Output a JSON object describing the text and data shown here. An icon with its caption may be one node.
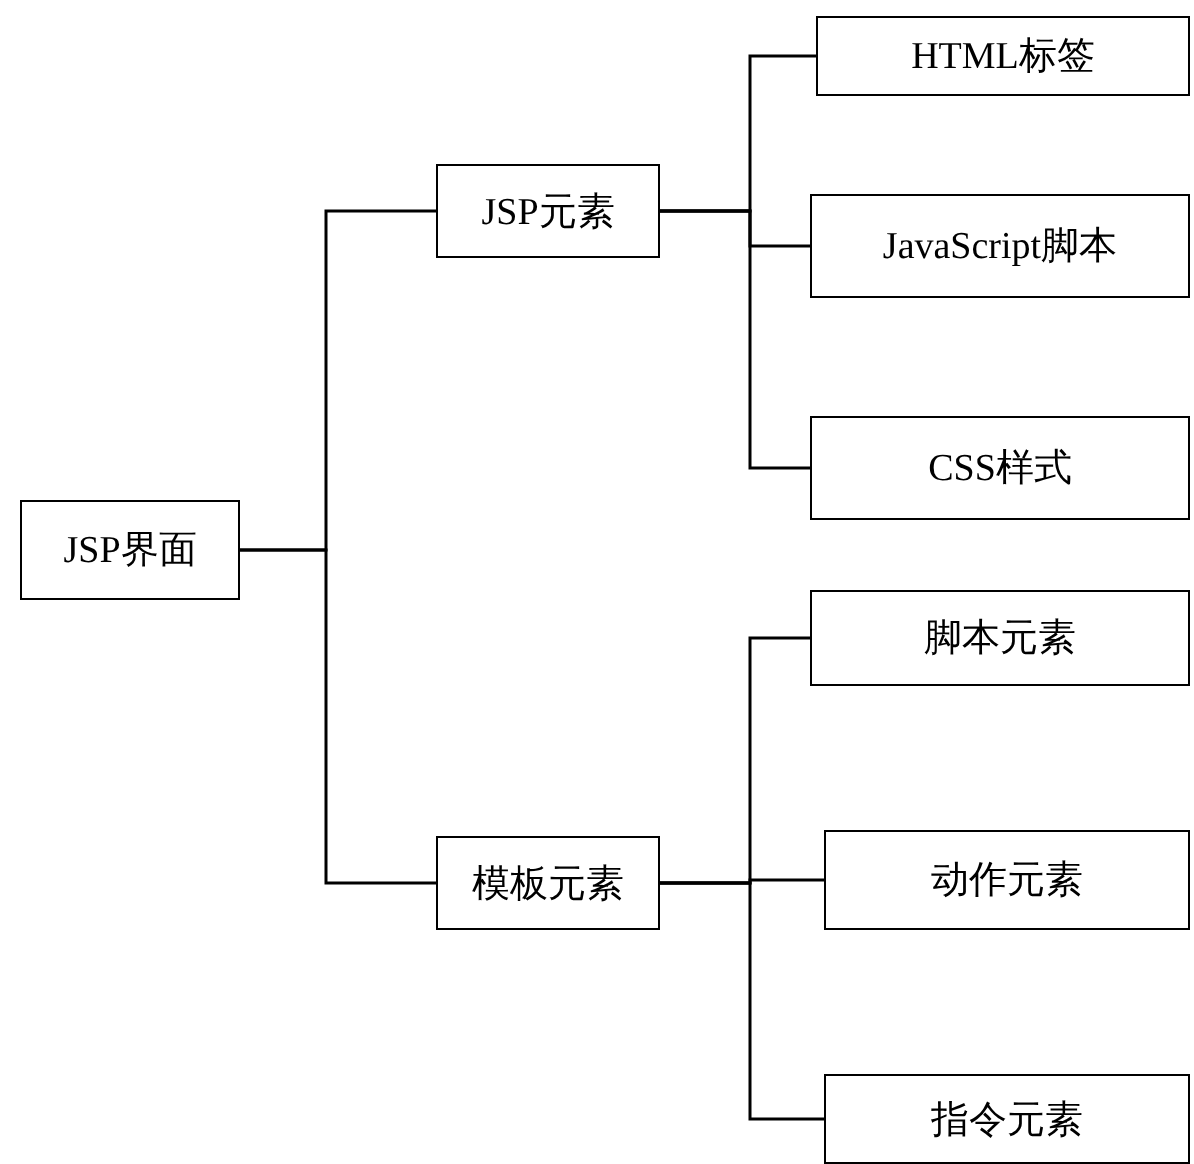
{
  "diagram": {
    "nodes": [
      {
        "text": [
          "JSP界面"
        ]
      },
      {
        "text": [
          "JSP元素"
        ]
      },
      {
        "text": [
          "模板元素"
        ]
      },
      {
        "text": [
          "HTML标签"
        ]
      },
      {
        "text": [
          "JavaScript脚本"
        ]
      },
      {
        "text": [
          "CSS样式"
        ]
      },
      {
        "text": [
          "脚本元素"
        ]
      },
      {
        "text": [
          "动作元素"
        ]
      },
      {
        "text": [
          "指令元素"
        ]
      }
    ],
    "edges": [
      {
        "from": 0,
        "to": 1,
        "arrow": "none"
      },
      {
        "from": 0,
        "to": 2,
        "arrow": "none"
      },
      {
        "from": 1,
        "to": 3,
        "arrow": "none"
      },
      {
        "from": 1,
        "to": 4,
        "arrow": "none"
      },
      {
        "from": 1,
        "to": 5,
        "arrow": "none"
      },
      {
        "from": 2,
        "to": 6,
        "arrow": "none"
      },
      {
        "from": 2,
        "to": 7,
        "arrow": "none"
      },
      {
        "from": 2,
        "to": 8,
        "arrow": "none"
      }
    ]
  }
}
